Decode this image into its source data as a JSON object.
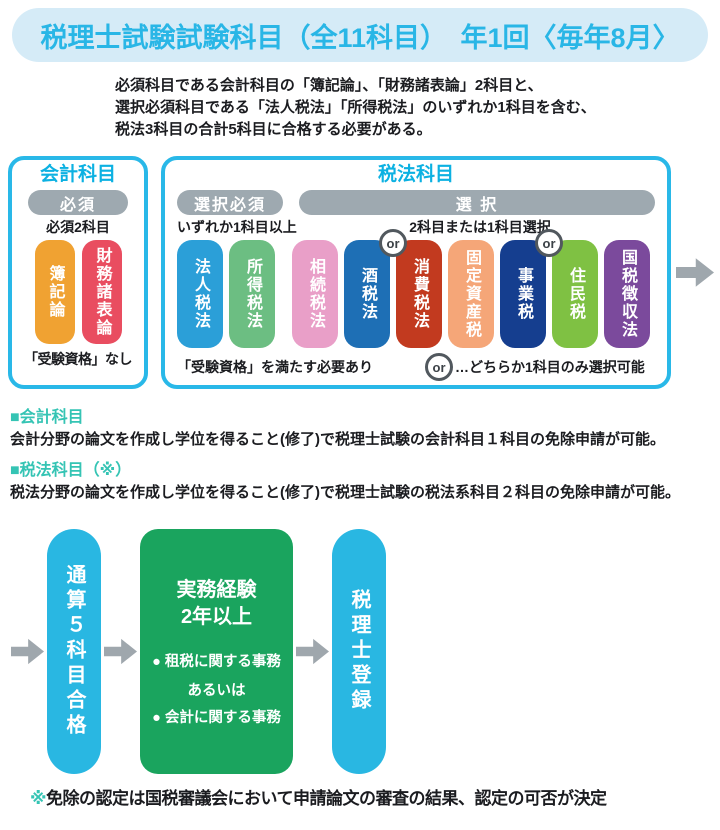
{
  "header": {
    "title": "税理士試験試験科目（全11科目）　年1回〈毎年8月〉"
  },
  "intro": {
    "lines": [
      "必須科目である会計科目の「簿記論」、「財務諸表論」2科目と、",
      "選択必須科目である「法人税法」「所得税法」のいずれか1科目を含む、",
      "税法3科目の合計5科目に合格する必要がある。"
    ]
  },
  "accounting_box": {
    "title": "会計科目",
    "badge": "必須",
    "note": "必須2科目",
    "subjects": [
      {
        "label": "簿記論",
        "color": "#f0a232"
      },
      {
        "label": "財務諸表論",
        "color": "#e94d60"
      }
    ],
    "footer": "「受験資格」なし"
  },
  "tax_box": {
    "title": "税法科目",
    "badge_mandatory": "選択必須",
    "badge_select": "選 択",
    "note_mandatory": "いずれか1科目以上",
    "note_select": "2科目または1科目選択",
    "or_label": "or",
    "mandatory_subjects": [
      {
        "label": "法人税法",
        "color": "#2b9fd8"
      },
      {
        "label": "所得税法",
        "color": "#6cbe82"
      }
    ],
    "select_subjects": [
      {
        "label": "相続税法",
        "color": "#e99fc8"
      },
      {
        "label": "酒税法",
        "color": "#1e6fb5"
      },
      {
        "label": "消費税法",
        "color": "#c23a1f"
      },
      {
        "label": "固定資産税",
        "color": "#f5a678"
      },
      {
        "label": "事業税",
        "color": "#153e8f"
      },
      {
        "label": "住民税",
        "color": "#7fc143"
      },
      {
        "label": "国税徴収法",
        "color": "#7b4a9c"
      }
    ],
    "footer_left": "「受験資格」を満たす必要あり",
    "footer_right": "…どちらか1科目のみ選択可能"
  },
  "exemption_sections": [
    {
      "heading": "■会計科目",
      "body": "会計分野の論文を作成し学位を得ること(修了)で税理士試験の会計科目１科目の免除申請が可能。"
    },
    {
      "heading": "■税法科目（※）",
      "body": "税法分野の論文を作成し学位を得ること(修了)で税理士試験の税法系科目２科目の免除申請が可能。"
    }
  ],
  "flow": {
    "step1": "通算５科目合格",
    "step2": {
      "title_line1": "実務経験",
      "title_line2": "2年以上",
      "bullet1": "● 租税に関する事務",
      "connector": "あるいは",
      "bullet2": "● 会計に関する事務"
    },
    "step3": "税理士登録"
  },
  "footnote": {
    "mark": "※",
    "text": "免除の認定は国税審議会において申請論文の審査の結果、認定の可否が決定"
  },
  "colors": {
    "accent_cyan": "#29b7e6",
    "header_band_bg": "#d5ebf7",
    "pill_gray": "#9ea9b0",
    "heading_teal": "#35c4b4",
    "flow_green": "#1aa45e",
    "arrow_gray": "#9fa7ad",
    "text_dark": "#1b1c20"
  }
}
